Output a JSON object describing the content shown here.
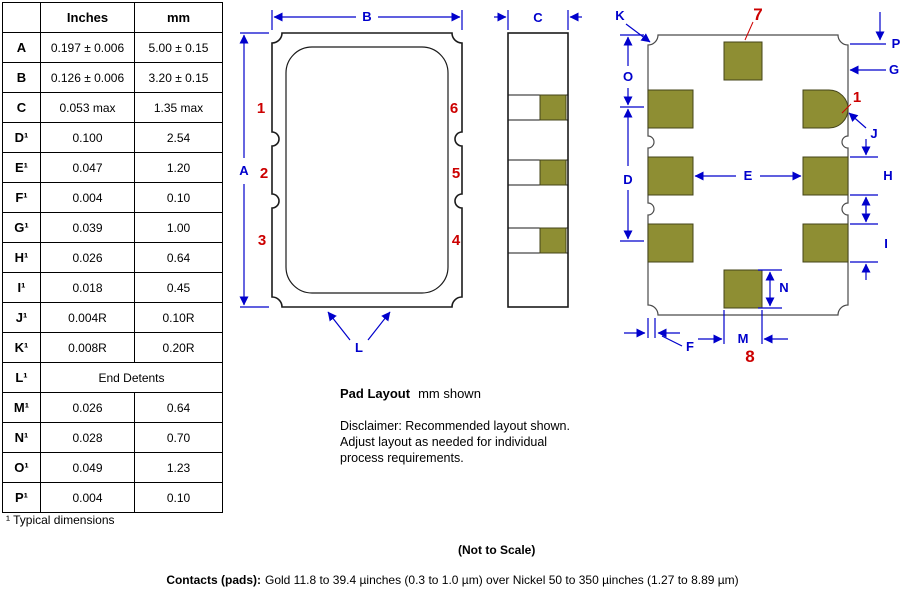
{
  "colors": {
    "dimension_blue": "#0000cc",
    "pin_red": "#cc0000",
    "pad_olive": "#8e8e33",
    "line_black": "#1a1a1a"
  },
  "table": {
    "header": {
      "inches": "Inches",
      "mm": "mm"
    },
    "rows": [
      {
        "label": "A",
        "inches": "0.197 ± 0.006",
        "mm": "5.00 ± 0.15"
      },
      {
        "label": "B",
        "inches": "0.126 ± 0.006",
        "mm": "3.20 ± 0.15"
      },
      {
        "label": "C",
        "inches": "0.053 max",
        "mm": "1.35 max"
      },
      {
        "label": "D¹",
        "inches": "0.100",
        "mm": "2.54"
      },
      {
        "label": "E¹",
        "inches": "0.047",
        "mm": "1.20"
      },
      {
        "label": "F¹",
        "inches": "0.004",
        "mm": "0.10"
      },
      {
        "label": "G¹",
        "inches": "0.039",
        "mm": "1.00"
      },
      {
        "label": "H¹",
        "inches": "0.026",
        "mm": "0.64"
      },
      {
        "label": "I¹",
        "inches": "0.018",
        "mm": "0.45"
      },
      {
        "label": "J¹",
        "inches": "0.004R",
        "mm": "0.10R"
      },
      {
        "label": "K¹",
        "inches": "0.008R",
        "mm": "0.20R"
      },
      {
        "label": "L¹",
        "span": "End Detents"
      },
      {
        "label": "M¹",
        "inches": "0.026",
        "mm": "0.64"
      },
      {
        "label": "N¹",
        "inches": "0.028",
        "mm": "0.70"
      },
      {
        "label": "O¹",
        "inches": "0.049",
        "mm": "1.23"
      },
      {
        "label": "P¹",
        "inches": "0.004",
        "mm": "0.10"
      }
    ],
    "footnote": "¹ Typical dimensions"
  },
  "labels": {
    "front": {
      "A": "A",
      "B": "B",
      "L": "L",
      "pin1": "1",
      "pin2": "2",
      "pin3": "3",
      "pin4": "4",
      "pin5": "5",
      "pin6": "6"
    },
    "side": {
      "C": "C"
    },
    "pad": {
      "K": "K",
      "O": "O",
      "D": "D",
      "E": "E",
      "F": "F",
      "M": "M",
      "N": "N",
      "I": "I",
      "H": "H",
      "J": "J",
      "G": "G",
      "P": "P",
      "pin7": "7",
      "pin8": "8",
      "pin1": "1"
    }
  },
  "notes": {
    "pad_layout_title": "Pad Layout",
    "pad_layout_sub": "mm shown",
    "disclaimer": [
      "Disclaimer: Recommended layout shown.",
      "Adjust layout as needed for individual",
      "process requirements."
    ],
    "not_to_scale": "(Not to Scale)",
    "contacts_label": "Contacts (pads):",
    "contacts_text": "Gold 11.8 to 39.4 µinches (0.3 to 1.0 µm) over Nickel 50 to 350 µinches (1.27 to 8.89 µm)"
  }
}
